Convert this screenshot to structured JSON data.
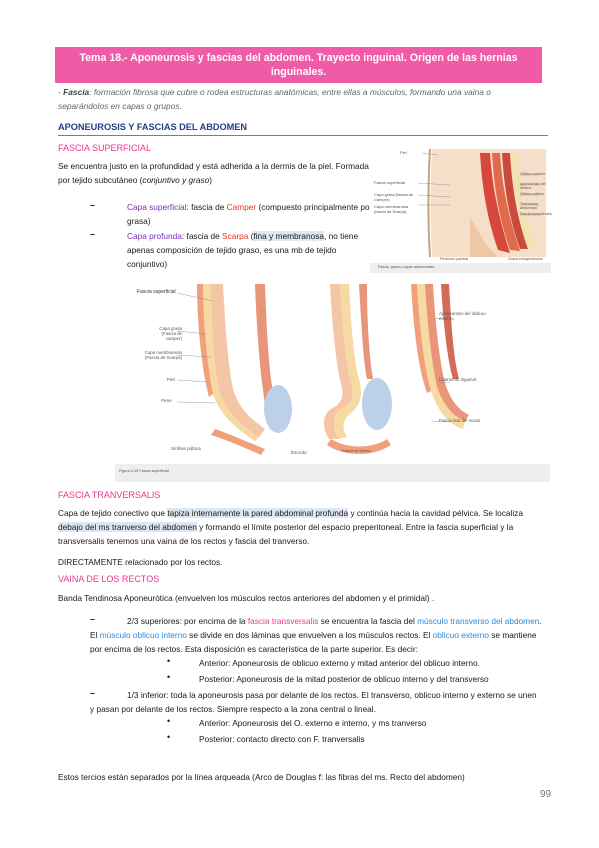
{
  "title": {
    "line1": "Tema 18.- Aponeurosis y fascias del abdomen. Trayecto inguinal. Origen de las hernias",
    "line2": "inguinales."
  },
  "intro": {
    "term": "Fascia",
    "text": ": formación fibrosa que cubre o rodea estructuras anatómicas, entre ellas a músculos, formando una vaina o separándolos en capas o grupos."
  },
  "heading_main": "APONEUROSIS Y FASCIAS DEL ABDOMEN",
  "fascia_superficial": {
    "heading": "FASCIA SUPERFICIAL",
    "p1_a": "Se encuentra justo en la profundidad y está adherida a la dermis de la piel.",
    "p1_b": "Formada por tejido subcutáneo (",
    "p1_c": "conjuntivo y graso",
    "p1_d": ")",
    "item1_a": "Capa superficial",
    "item1_b": ": fascia de ",
    "item1_c": "Camper",
    "item1_d": " (compuesto principalmente por grasa)",
    "item2_a": "Capa profunda",
    "item2_b": ": fascia de ",
    "item2_c": "Scarpa",
    "item2_d": " (",
    "item2_e": "fina y membranosa",
    "item2_f": ", no tiene apenas composición de tejido graso, es una mb de tejido conjuntivo)"
  },
  "figure_top_right": {
    "labels_left": [
      "Piel",
      "Fascia superficial",
      "Capa grasa (fascia de Camper)",
      "Capa membranosa (fascia de Scarpa)"
    ],
    "labels_right": [
      "Oblicuo externo",
      "Aponeurosis del oblicuo",
      "Oblicuo interno",
      "Transverso abdominal",
      "Fascia transversalis"
    ],
    "labels_bottom": [
      "Peritoneo parietal",
      "Grasa extraperitoneal"
    ],
    "caption": "Fascia, grasa y capas abdominales"
  },
  "figure_main": {
    "labels": [
      "Fascia superficial",
      "Capa grasa (Fascia de camper)",
      "Capa membranosa (Fascia de Scarpa)",
      "Piel",
      "Pene",
      "Sínfisis púbica",
      "Escroto",
      "Fascia de Dartos",
      "Aponeurosis del oblicuo externo",
      "Ligamento inguinal",
      "Fascia lata del muslo"
    ],
    "caption": "Figura 4.15 Fascia superficial"
  },
  "fascia_transversalis": {
    "heading": "FASCIA TRANVERSALIS",
    "p_a": "Capa de tejido conectivo que ",
    "p_b": "tapiza internamente la pared abdominal profunda",
    "p_c": " y continúa hacia la cavidad pélvica. Se localiza ",
    "p_d": "debajo del ms tranverso del abdomen",
    "p_e": " y formando el límite posterior del espacio preperitoneal. Entre la fascia superficial y la transversalis tenemos una vaina de los rectos y fascia del tranverso.",
    "p2": "DIRECTAMENTE relacionado por los rectos."
  },
  "vaina": {
    "heading": "VAINA DE LOS RECTOS",
    "intro": "Banda Tendinosa Aponeurótica (envuelven los músculos rectos anteriores del abdomen y el primidal) .",
    "sup_a": "2/3 superiores: por encima de la ",
    "sup_b": "fascia transversalis",
    "sup_c": " se encuentra la fascia del ",
    "sup_d": "músculo transverso del abdomen",
    "sup_e": ". El ",
    "sup_f": "músculo oblicuo interno",
    "sup_g": " se divide en dos láminas que envuelven a los músculos rectos. El ",
    "sup_h": "oblicuo externo",
    "sup_i": " se mantiene por encima de los rectos. Esta disposición es característica de la parte superior. Es decir:",
    "sup_b1": "Anterior: Aponeurosis de oblicuo externo y mitad anterior del oblicuo interno.",
    "sup_b2": "Posterior: Aponeurosis de la mitad posterior de oblicuo interno y del transverso",
    "inf_a": "1/3 inferior: toda la aponeurosis pasa por delante de los rectos. El transverso, oblicuo interno y externo se unen y pasan por delante de los rectos. Siempre respecto a la zona central o lineal.",
    "inf_b1": "Anterior: Aponeurosis del O. externo e interno, y ms tranverso",
    "inf_b2": "Posterior: contacto directo con F. tranversalis",
    "footer": "Estos tercios están separados por la línea arqueada (Arco de Douglas f: las fibras del ms. Recto del abdomen)"
  },
  "page_number": "99",
  "colors": {
    "title_bg": "#f05ba8",
    "heading_pink": "#e8378d",
    "heading_blue": "#1f3f86",
    "blue_text": "#2f87d8",
    "purple_text": "#7a2db3",
    "red_text": "#e8341c"
  }
}
